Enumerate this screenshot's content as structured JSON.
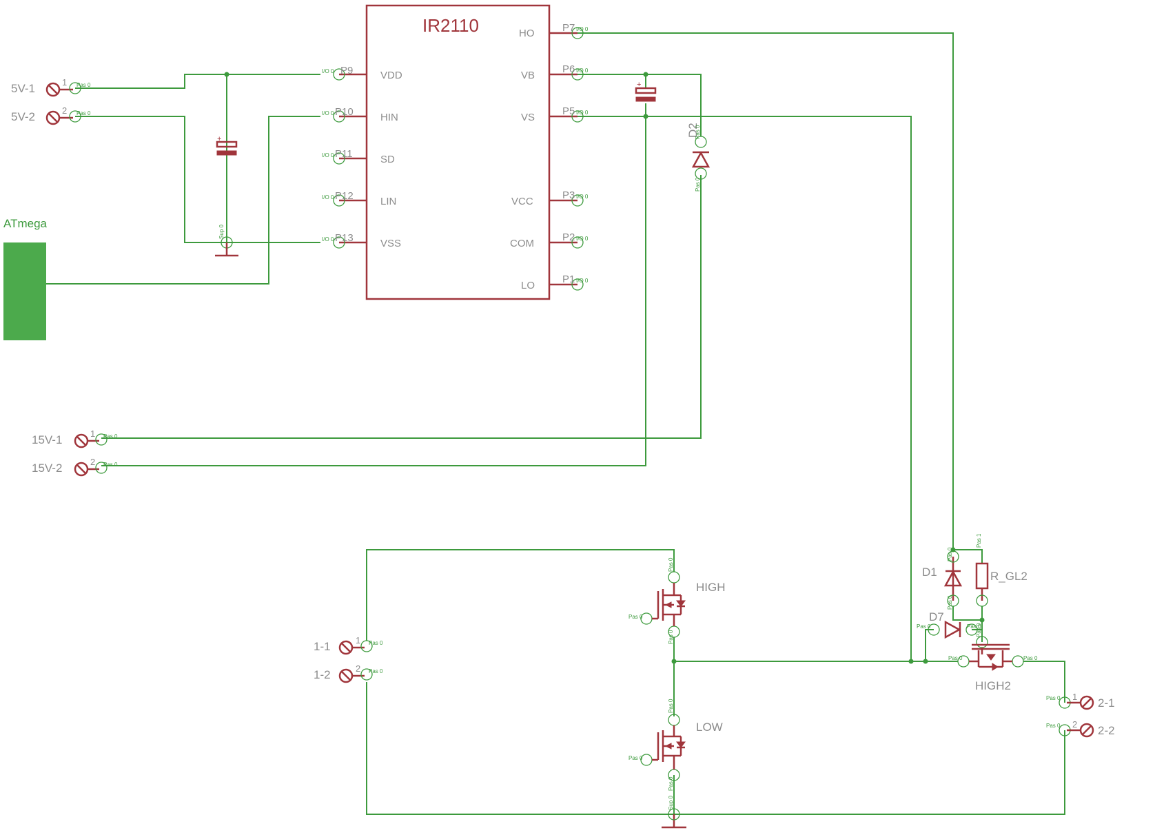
{
  "ic": {
    "name": "IR2110",
    "left_pins": [
      {
        "num": "P9",
        "name": "VDD"
      },
      {
        "num": "P10",
        "name": "HIN"
      },
      {
        "num": "P11",
        "name": "SD"
      },
      {
        "num": "P12",
        "name": "LIN"
      },
      {
        "num": "P13",
        "name": "VSS"
      }
    ],
    "right_pins": [
      {
        "num": "P7",
        "name": "HO"
      },
      {
        "num": "P6",
        "name": "VB"
      },
      {
        "num": "P5",
        "name": "VS"
      },
      {
        "num": "P3",
        "name": "VCC"
      },
      {
        "num": "P2",
        "name": "COM"
      },
      {
        "num": "P1",
        "name": "LO"
      }
    ],
    "pin_type": "I/O 0"
  },
  "connectors": {
    "v5_1": {
      "label": "5V-1",
      "pin": "1"
    },
    "v5_2": {
      "label": "5V-2",
      "pin": "2"
    },
    "v15_1": {
      "label": "15V-1",
      "pin": "1"
    },
    "v15_2": {
      "label": "15V-2",
      "pin": "2"
    },
    "in_1": {
      "label": "1-1",
      "pin": "1"
    },
    "in_2": {
      "label": "1-2",
      "pin": "2"
    },
    "out_1": {
      "label": "2-1",
      "pin": "1"
    },
    "out_2": {
      "label": "2-2",
      "pin": "2"
    }
  },
  "atmega": {
    "label": "ATmega",
    "color": "#4caa4c"
  },
  "components": {
    "d2": "D2",
    "d1": "D1",
    "d7": "D7",
    "r_gl2": "R_GL2",
    "high": "HIGH",
    "low": "LOW",
    "high2": "HIGH2"
  },
  "pin_tags": {
    "pas": "Pas 0",
    "pas1": "Pas 1",
    "sup": "Sup 0"
  },
  "colors": {
    "wire": "#3d9a3d",
    "part": "#a0353b",
    "label": "#8c8c8c"
  }
}
